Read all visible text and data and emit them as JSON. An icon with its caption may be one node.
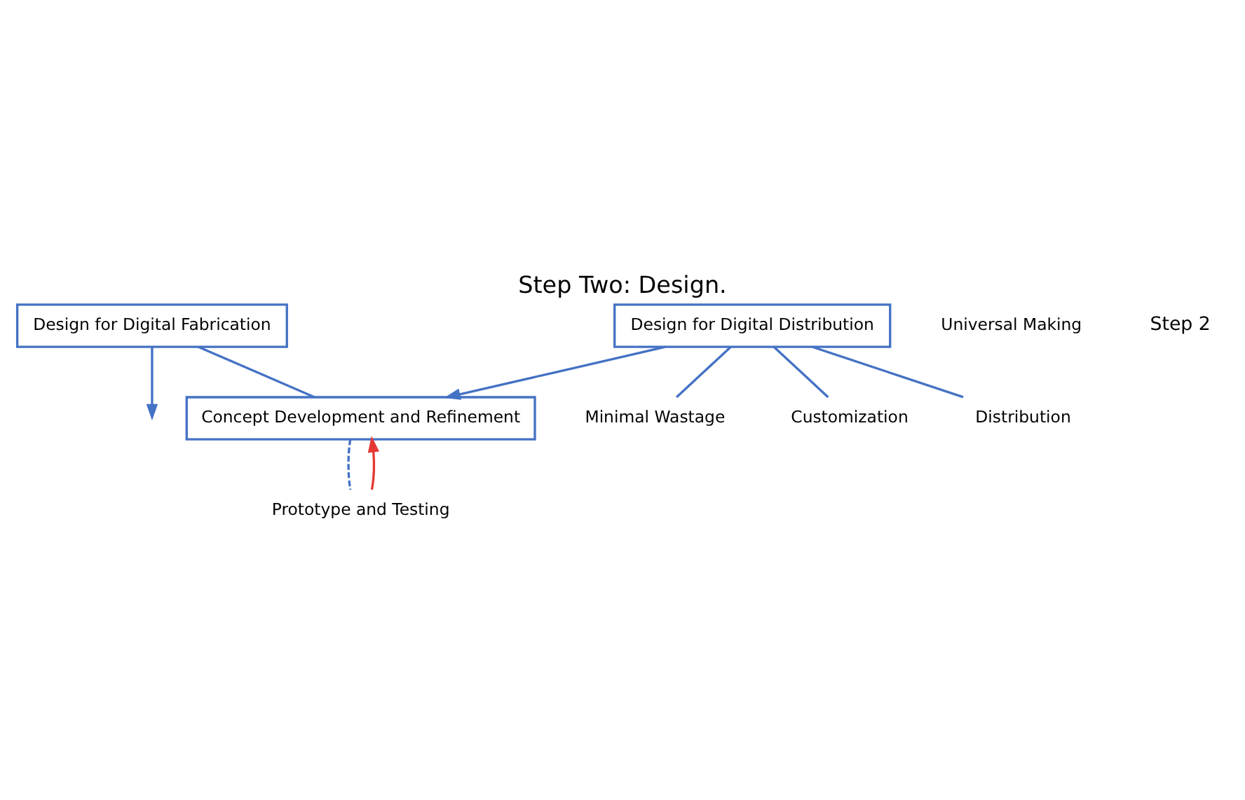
{
  "diagram": {
    "title": "Step Two: Design.",
    "nodes": [
      {
        "text": [
          "Design for Digital Fabrication"
        ]
      },
      {
        "text": [
          "Design for Digital Distribution"
        ]
      },
      {
        "text": [
          "Minimal Wastage"
        ]
      },
      {
        "text": [
          "Universal Making"
        ]
      },
      {
        "text": [
          "Customization"
        ]
      },
      {
        "text": [
          "Distribution"
        ]
      },
      {
        "text": [
          "Concept Development and Refinement"
        ]
      },
      {
        "text": [
          "Prototype and Testing"
        ]
      }
    ],
    "edges": [
      {
        "from": 0,
        "to": null,
        "arrow": "to"
      },
      {
        "from": 6,
        "to": 0,
        "arrow": "none"
      },
      {
        "from": 1,
        "to": 2,
        "arrow": "none"
      },
      {
        "from": 1,
        "to": 4,
        "arrow": "none"
      },
      {
        "from": 1,
        "to": 5,
        "arrow": "none"
      },
      {
        "from": 1,
        "to": 6,
        "arrow": "to"
      },
      {
        "from": 6,
        "to": 7,
        "arrow": "none",
        "style": "dashed"
      },
      {
        "from": 7,
        "to": 6,
        "arrow": "to",
        "color": "#e53935"
      }
    ],
    "labels": [
      "Step 2"
    ]
  }
}
